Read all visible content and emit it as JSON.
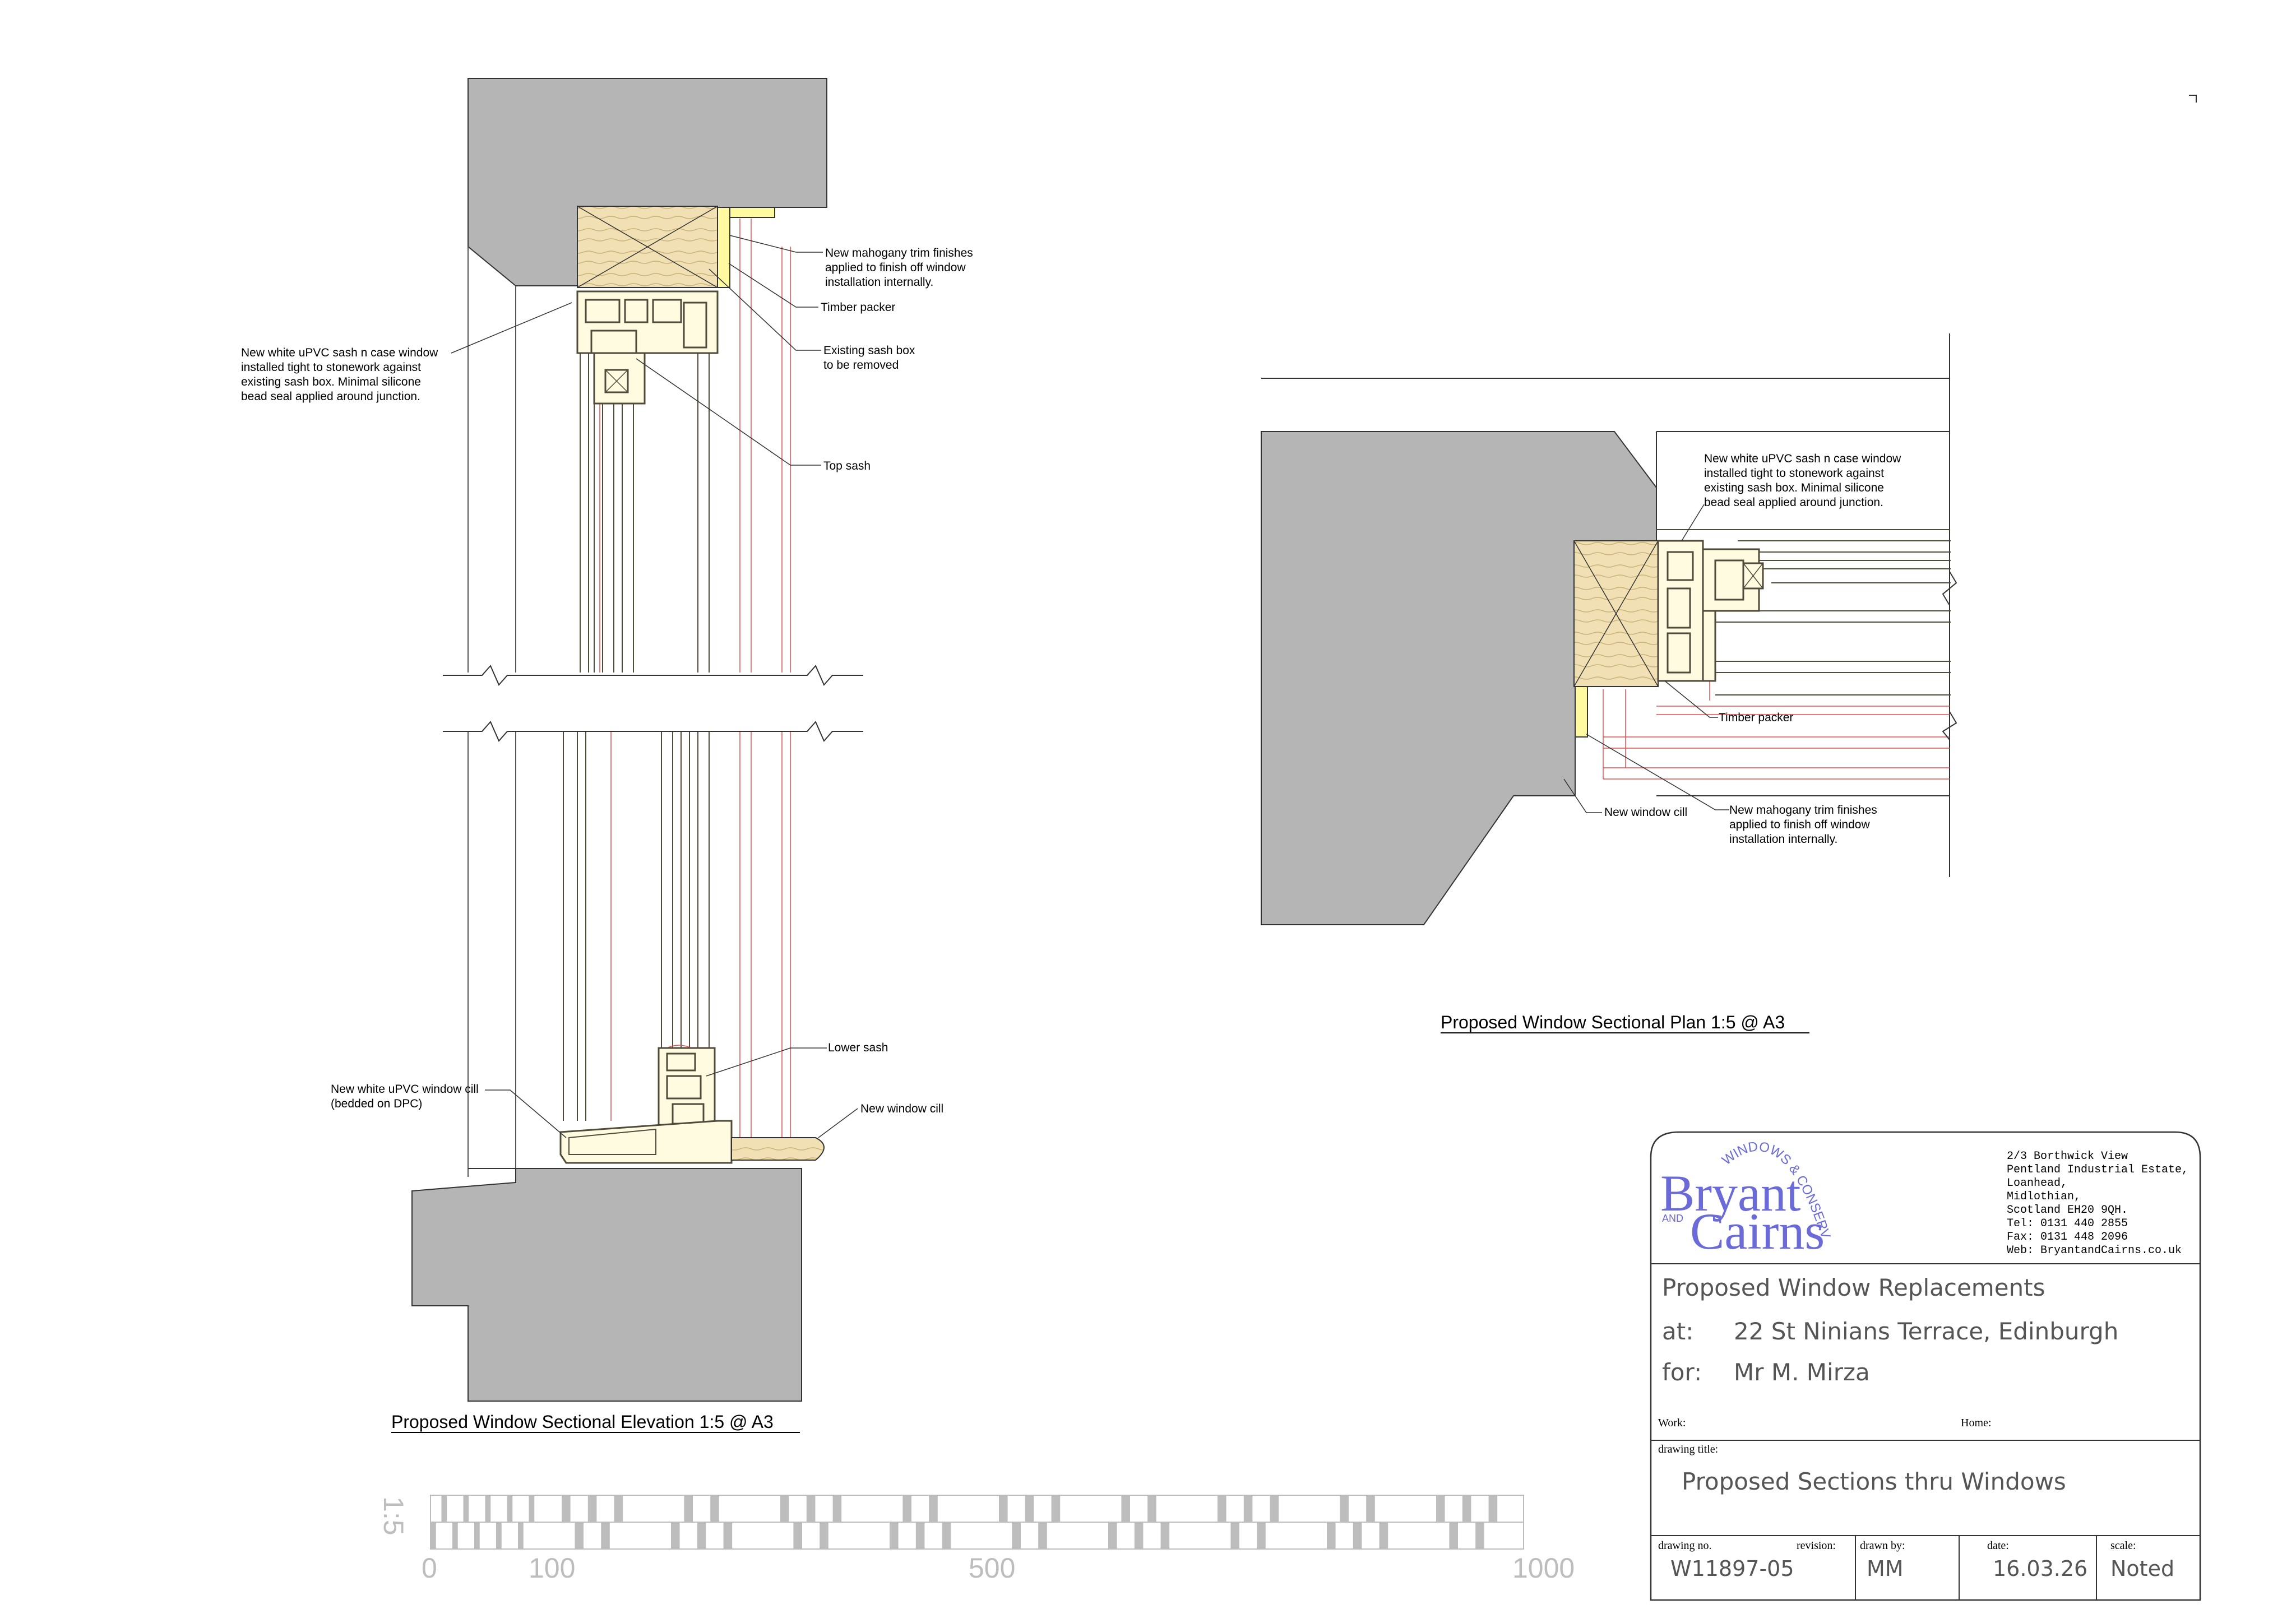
{
  "elevation": {
    "title": "Proposed Window Sectional Elevation 1:5 @ A3",
    "notes": {
      "trim": [
        "New mahogany trim finishes",
        "applied to finish off window",
        "installation internally."
      ],
      "packer": [
        "Timber packer"
      ],
      "sashbox": [
        "Existing sash box",
        "to be removed"
      ],
      "window": [
        "New white uPVC sash n case window",
        "installed tight to stonework against",
        "existing sash box. Minimal silicone",
        "bead seal applied around junction."
      ],
      "topsash": [
        "Top sash"
      ],
      "lowersash": [
        "Lower sash"
      ],
      "upvccill": [
        "New white uPVC window cill",
        "(bedded on DPC)"
      ],
      "newcill": [
        "New window cill"
      ]
    }
  },
  "plan": {
    "title": "Proposed Window Sectional Plan 1:5 @ A3",
    "notes": {
      "window": [
        "New white uPVC sash n case window",
        "installed tight to stonework against",
        "existing sash box. Minimal silicone",
        "bead seal applied around junction."
      ],
      "packer": [
        "Timber packer"
      ],
      "newcill": [
        "New window cill"
      ],
      "trim": [
        "New mahogany trim finishes",
        "applied to finish off window",
        "installation internally."
      ]
    }
  },
  "scale_bar": {
    "label": "1:5",
    "ticks": [
      "0",
      "100",
      "500",
      "1000"
    ]
  },
  "title_block": {
    "logo": {
      "arc_text": "WINDOWS & CONSERVATORIES",
      "word1": "Bryant",
      "and": "AND",
      "word2": "Cairns"
    },
    "address": [
      "2/3 Borthwick View",
      "Pentland Industrial Estate,",
      "Loanhead,",
      "Midlothian,",
      "Scotland  EH20  9QH.",
      "Tel:  0131  440  2855",
      "Fax: 0131  448  2096",
      "Web:  BryantandCairns.co.uk"
    ],
    "project": "Proposed  Window  Replacements",
    "at_label": "at:",
    "at_value": "22  St  Ninians  Terrace,  Edinburgh",
    "for_label": "for:",
    "for_value": "Mr  M.  Mirza",
    "work_label": "Work:",
    "home_label": "Home:",
    "drawing_title_label": "drawing  title:",
    "drawing_title": "Proposed  Sections  thru  Windows",
    "drawing_no_label": "drawing  no.",
    "revision_label": "revision:",
    "drawn_by_label": "drawn  by:",
    "date_label": "date:",
    "scale_label": "scale:",
    "drawing_no": "W11897-05",
    "drawn_by": "MM",
    "date": "16.03.26",
    "scale": "Noted"
  },
  "colors": {
    "masonry": "#b5b5b5",
    "timber": "#f1e0b4",
    "trim": "#fff9a0",
    "frame": "#4f4a3a",
    "red_line": "#e05050"
  }
}
